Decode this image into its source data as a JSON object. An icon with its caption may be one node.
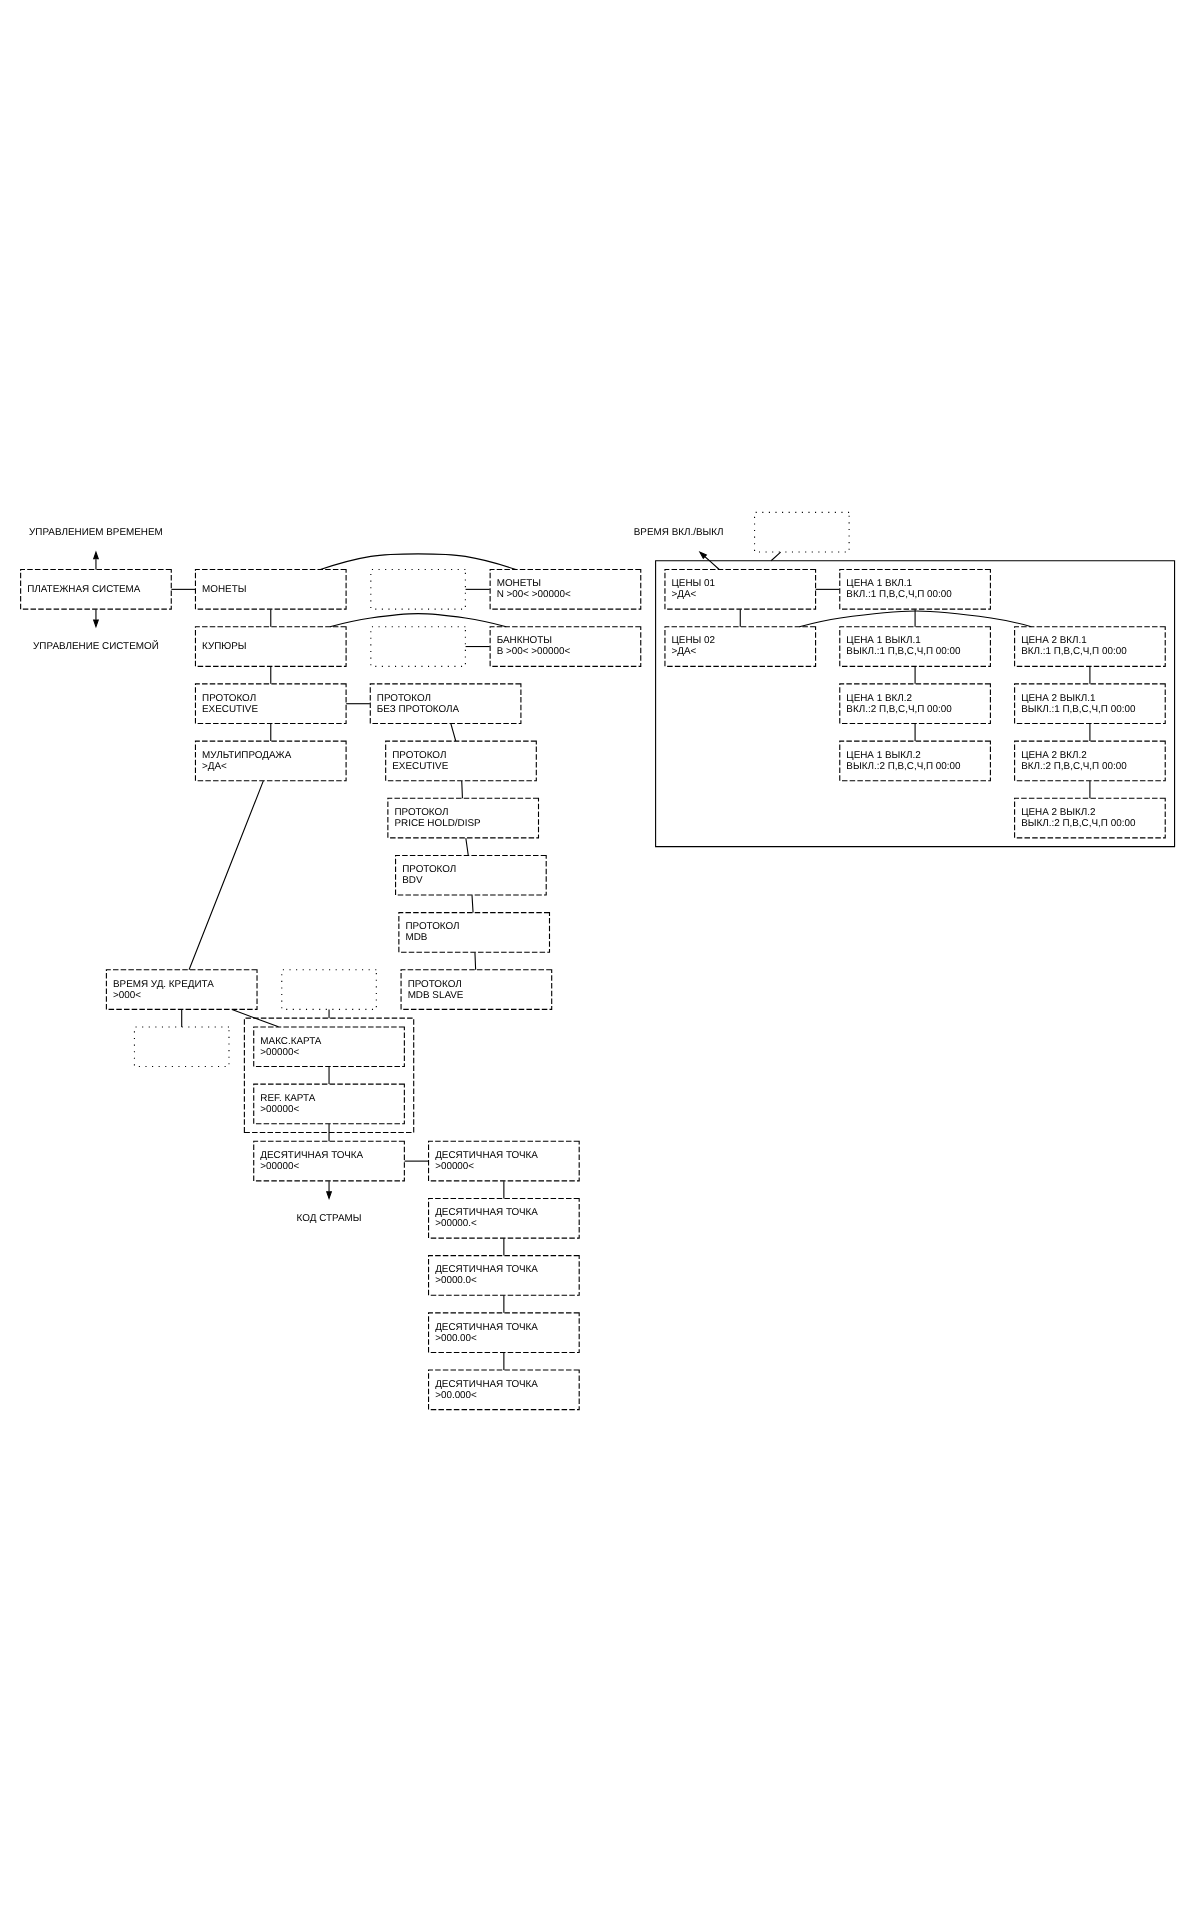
{
  "diagram": {
    "nodes": [
      {
        "text": [
          "УПРАВЛЕНИЕМ ВРЕМЕНЕМ"
        ]
      },
      {
        "text": [
          "ВРЕМЯ ВКЛ./ВЫКЛ"
        ]
      },
      {
        "text": [],
        "shape": "box"
      },
      {
        "text": [
          "ЦЕНЫ 01",
          ">ДА<"
        ],
        "in": 2
      },
      {
        "text": [
          "ЦЕНА 1 ВКЛ.1",
          "ВКЛ.:1 П,В,С,Ч,П 00:00"
        ],
        "in": 2
      },
      {
        "text": [
          "ЦЕНА 1 ВЫКЛ.1",
          "ВЫКЛ.:1 П,В,С,Ч,П 00:00"
        ],
        "in": 2
      },
      {
        "text": [
          "ЦЕНА 1 ВКЛ.2",
          "ВКЛ.:2 П,В,С,Ч,П 00:00"
        ],
        "in": 2
      },
      {
        "text": [
          "ЦЕНА 1 ВЫКЛ.2",
          "ВЫКЛ.:2 П,В,С,Ч,П 00:00"
        ],
        "in": 2
      },
      {
        "text": [],
        "shape": "box"
      },
      {
        "text": [
          "ЦЕНЫ 02",
          ">ДА<"
        ],
        "in": 2
      },
      {
        "text": [
          "ЦЕНА 2 ВКЛ.1",
          "ВКЛ.:1 П,В,С,Ч,П 00:00"
        ],
        "in": 2
      },
      {
        "text": [
          "ЦЕНА 2 ВЫКЛ.1",
          "ВЫКЛ.:1 П,В,С,Ч,П 00:00"
        ],
        "in": 2
      },
      {
        "text": [
          "ЦЕНА 2 ВКЛ.2",
          "ВКЛ.:2 П,В,С,Ч,П 00:00"
        ],
        "in": 2
      },
      {
        "text": [
          "ЦЕНА 2 ВЫКЛ.2",
          "ВЫКЛ.:2 П,В,С,Ч,П 00:00"
        ],
        "in": 2
      },
      {
        "text": [
          "ПЛАТЕЖНАЯ СИСТЕМА"
        ]
      },
      {
        "text": [
          "МОНЕТЫ"
        ]
      },
      {
        "text": [
          "МОНЕТЫ",
          "N >00< >00000<"
        ]
      },
      {
        "text": [],
        "shape": "box"
      },
      {
        "text": [
          "КУПЮРЫ"
        ]
      },
      {
        "text": [
          "БАНКНОТЫ",
          "В >00< >00000<"
        ]
      },
      {
        "text": [],
        "shape": "box"
      },
      {
        "text": [
          "ПРОТОКОЛ",
          "EXECUTIVE"
        ]
      },
      {
        "text": [
          "ПРОТОКОЛ",
          "БЕЗ ПРОТОКОЛА"
        ]
      },
      {
        "text": [
          "ПРОТОКОЛ",
          "EXECUTIVE"
        ]
      },
      {
        "text": [
          "ПРОТОКОЛ",
          "PRICE HOLD/DISP"
        ]
      },
      {
        "text": [
          "ПРОТОКОЛ",
          "BDV"
        ]
      },
      {
        "text": [
          "ПРОТОКОЛ",
          "MDB"
        ]
      },
      {
        "text": [
          "МУЛЬТИПРОДАЖА",
          ">ДА<"
        ]
      },
      {
        "text": [
          "ВРЕМЯ УД. КРЕДИТА",
          ">000<"
        ]
      },
      {
        "text": [
          "ПРОТОКОЛ",
          "MDB SLAVE"
        ]
      },
      {
        "text": [],
        "shape": "box"
      },
      {
        "text": [],
        "shape": "box"
      },
      {
        "text": [
          "МАКС.КАРТА",
          ">00000<"
        ],
        "in": 31
      },
      {
        "text": [
          "REF. КАРТА",
          ">00000<"
        ],
        "in": 31
      },
      {
        "text": [],
        "shape": "box"
      },
      {
        "text": [
          "ДЕСЯТИЧНАЯ ТОЧКА",
          ">00000<"
        ]
      },
      {
        "text": [
          "ДЕСЯТИЧНАЯ ТОЧКА",
          ">00000<"
        ]
      },
      {
        "text": [
          "ДЕСЯТИЧНАЯ ТОЧКА",
          ">00000.<"
        ]
      },
      {
        "text": [
          "ДЕСЯТИЧНАЯ ТОЧКА",
          ">0000.0<"
        ]
      },
      {
        "text": [
          "ДЕСЯТИЧНАЯ ТОЧКА",
          ">000.00<"
        ]
      },
      {
        "text": [
          "ДЕСЯТИЧНАЯ ТОЧКА",
          ">00.000<"
        ]
      },
      {
        "text": [
          "УПРАВЛЕНИЕ СИСТЕМОЙ"
        ]
      },
      {
        "text": [
          "КОД СТРАМЫ"
        ]
      }
    ],
    "edges": [
      {
        "from": 3,
        "to": 1,
        "arrow": "to"
      },
      {
        "from": 3,
        "to": 9,
        "arrow": "none"
      },
      {
        "from": 3,
        "to": 4,
        "arrow": "none"
      },
      {
        "from": 4,
        "to": 5,
        "arrow": "none"
      },
      {
        "from": 5,
        "to": 6,
        "arrow": "none"
      },
      {
        "from": 6,
        "to": 7,
        "arrow": "none"
      },
      {
        "from": 8,
        "to": 2,
        "arrow": "none"
      },
      {
        "from": 9,
        "to": 10,
        "arrow": "none"
      },
      {
        "from": 10,
        "to": 11,
        "arrow": "none"
      },
      {
        "from": 11,
        "to": 12,
        "arrow": "none"
      },
      {
        "from": 12,
        "to": 13,
        "arrow": "none"
      },
      {
        "from": 14,
        "to": 0,
        "arrow": "to"
      },
      {
        "from": 14,
        "to": 41,
        "arrow": "to"
      },
      {
        "from": 14,
        "to": 15,
        "arrow": "none"
      },
      {
        "from": 15,
        "to": 16,
        "arrow": "none"
      },
      {
        "from": 17,
        "to": 16,
        "arrow": "none"
      },
      {
        "from": 15,
        "to": 18,
        "arrow": "none"
      },
      {
        "from": 18,
        "to": 19,
        "arrow": "none"
      },
      {
        "from": 20,
        "to": 19,
        "arrow": "none"
      },
      {
        "from": 18,
        "to": 21,
        "arrow": "none"
      },
      {
        "from": 21,
        "to": 22,
        "arrow": "none"
      },
      {
        "from": 22,
        "to": 23,
        "arrow": "none"
      },
      {
        "from": 23,
        "to": 24,
        "arrow": "none"
      },
      {
        "from": 24,
        "to": 25,
        "arrow": "none"
      },
      {
        "from": 25,
        "to": 26,
        "arrow": "none"
      },
      {
        "from": 26,
        "to": 29,
        "arrow": "none"
      },
      {
        "from": 21,
        "to": 27,
        "arrow": "none"
      },
      {
        "from": 27,
        "to": 28,
        "arrow": "none"
      },
      {
        "from": 28,
        "to": 30,
        "arrow": "none"
      },
      {
        "from": 28,
        "to": 32,
        "arrow": "none"
      },
      {
        "from": 32,
        "to": 33,
        "arrow": "none"
      },
      {
        "from": 34,
        "to": 31,
        "arrow": "none"
      },
      {
        "from": 33,
        "to": 35,
        "arrow": "none"
      },
      {
        "from": 35,
        "to": 36,
        "arrow": "none"
      },
      {
        "from": 36,
        "to": 37,
        "arrow": "none"
      },
      {
        "from": 37,
        "to": 38,
        "arrow": "none"
      },
      {
        "from": 38,
        "to": 39,
        "arrow": "none"
      },
      {
        "from": 39,
        "to": 40,
        "arrow": "none"
      },
      {
        "from": 35,
        "to": 42,
        "arrow": "to"
      }
    ]
  }
}
